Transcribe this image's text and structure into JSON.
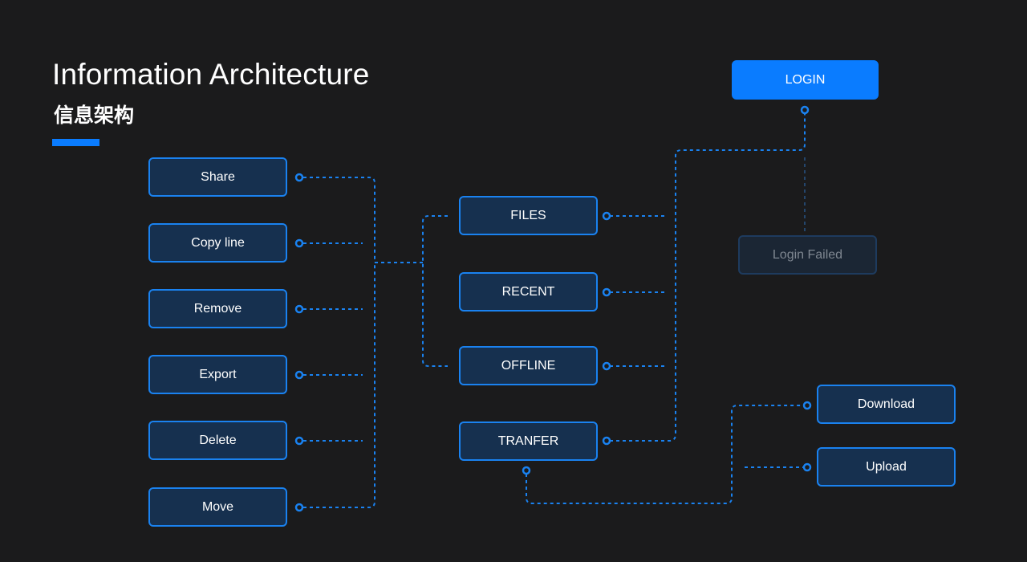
{
  "header": {
    "title": "Information Architecture",
    "subtitle": "信息架构"
  },
  "login": {
    "label": "LOGIN",
    "failed_label": "Login Failed"
  },
  "actions": [
    {
      "id": "share",
      "label": "Share"
    },
    {
      "id": "copy-line",
      "label": "Copy line"
    },
    {
      "id": "remove",
      "label": "Remove"
    },
    {
      "id": "export",
      "label": "Export"
    },
    {
      "id": "delete",
      "label": "Delete"
    },
    {
      "id": "move",
      "label": "Move"
    }
  ],
  "sections": [
    {
      "id": "files",
      "label": "FILES"
    },
    {
      "id": "recent",
      "label": "RECENT"
    },
    {
      "id": "offline",
      "label": "OFFLINE"
    },
    {
      "id": "tranfer",
      "label": "TRANFER"
    }
  ],
  "transfer_items": [
    {
      "id": "download",
      "label": "Download"
    },
    {
      "id": "upload",
      "label": "Upload"
    }
  ],
  "colors": {
    "background": "#1b1b1c",
    "accent": "#0a7cff",
    "node_fill": "#16304f",
    "node_border": "#1a82f0",
    "disabled_text": "#7f8791"
  }
}
